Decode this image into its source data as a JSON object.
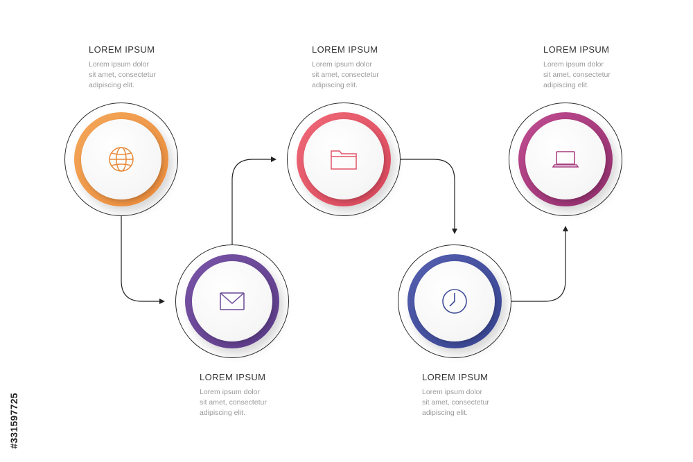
{
  "steps": [
    {
      "title": "LOREM IPSUM",
      "desc": [
        "Lorem ipsum dolor",
        "sit amet, consectetur",
        "adipiscing elit."
      ],
      "icon": "globe-icon",
      "color_from": "#f5a85a",
      "color_to": "#e8893a"
    },
    {
      "title": "LOREM IPSUM",
      "desc": [
        "Lorem ipsum dolor",
        "sit amet, consectetur",
        "adipiscing elit."
      ],
      "icon": "mail-icon",
      "color_from": "#7a55a8",
      "color_to": "#5a3a86"
    },
    {
      "title": "LOREM IPSUM",
      "desc": [
        "Lorem ipsum dolor",
        "sit amet, consectetur",
        "adipiscing elit."
      ],
      "icon": "folder-icon",
      "color_from": "#f06a78",
      "color_to": "#d6455a"
    },
    {
      "title": "LOREM IPSUM",
      "desc": [
        "Lorem ipsum dolor",
        "sit amet, consectetur",
        "adipiscing elit."
      ],
      "icon": "clock-icon",
      "color_from": "#5560b0",
      "color_to": "#36438f"
    },
    {
      "title": "LOREM IPSUM",
      "desc": [
        "Lorem ipsum dolor",
        "sit amet, consectetur",
        "adipiscing elit."
      ],
      "icon": "laptop-icon",
      "color_from": "#c24d92",
      "color_to": "#8e2c6a"
    }
  ],
  "watermark": "#331597725"
}
